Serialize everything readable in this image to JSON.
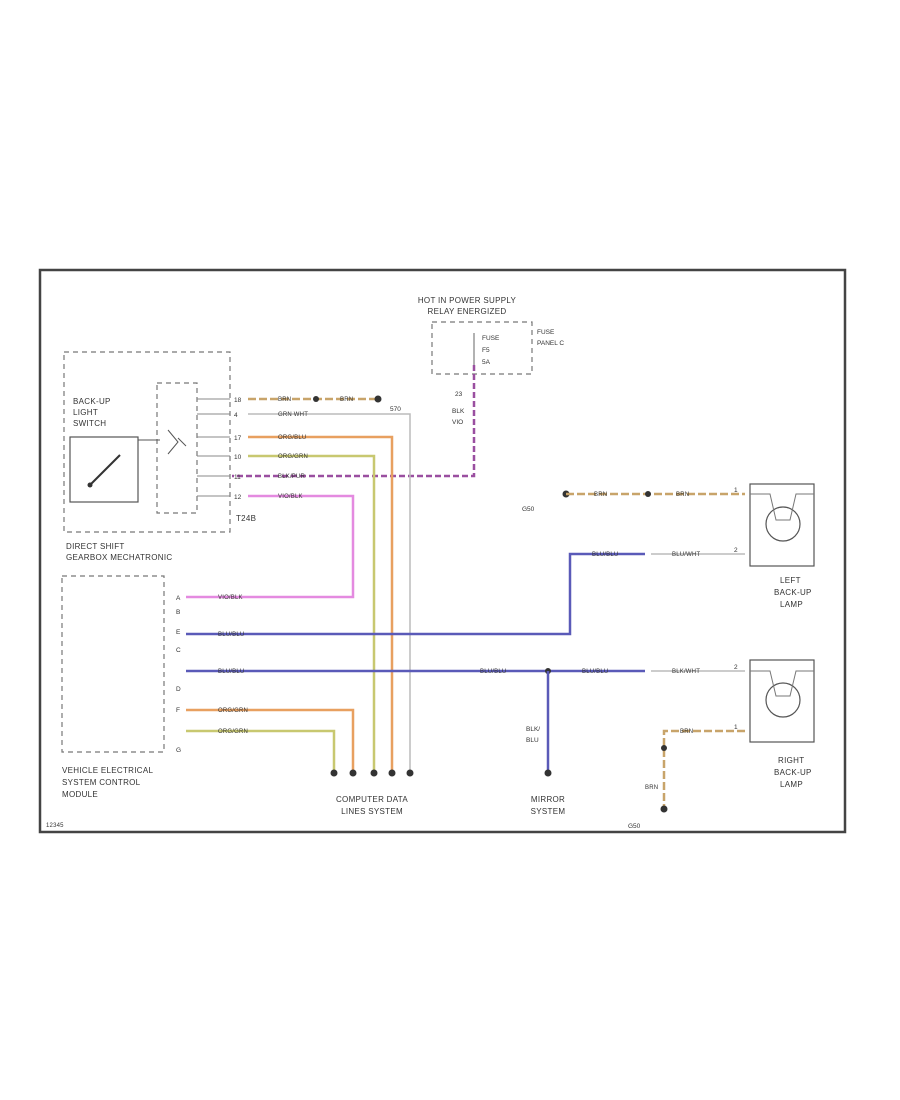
{
  "labels": {
    "hot_line1": "HOT IN POWER SUPPLY",
    "hot_line2": "RELAY ENERGIZED",
    "fuse_line1": "FUSE",
    "fuse_line2": "F5",
    "fuse_line3": "5A",
    "fuse_panel1": "FUSE",
    "fuse_panel2": "PANEL C",
    "switch_line1": "BACK-UP",
    "switch_line2": "LIGHT",
    "switch_line3": "SWITCH",
    "conn_t24b": "T24B",
    "dsg_line1": "DIRECT SHIFT",
    "dsg_line2": "GEARBOX MECHATRONIC",
    "vesc_line1": "VEHICLE ELECTRICAL",
    "vesc_line2": "SYSTEM CONTROL",
    "vesc_line3": "MODULE",
    "cdl_line1": "COMPUTER DATA",
    "cdl_line2": "LINES SYSTEM",
    "mirror_line1": "MIRROR",
    "mirror_line2": "SYSTEM",
    "left_lamp1": "LEFT",
    "left_lamp2": "BACK-UP",
    "left_lamp3": "LAMP",
    "right_lamp1": "RIGHT",
    "right_lamp2": "BACK-UP",
    "right_lamp3": "LAMP",
    "g_top": "G50",
    "g_bottom": "G50",
    "footer_code": "12345",
    "wire_brn": "BRN",
    "wire_grn_wht": "GRN WHT",
    "wire_org_blu": "ORG/BLU",
    "wire_org_grn": "ORG/GRN",
    "wire_blk_pur": "BLK/PUR",
    "wire_vio_blk": "VIO/BLK",
    "wire_blu_blu": "BLU/BLU",
    "wire_blu_wht": "BLU/WHT",
    "wire_blk_wht": "BLK/WHT",
    "wire_blk": "BLK",
    "wire_vio": "VIO",
    "wire_blk_blu_1": "BLK/",
    "wire_blk_blu_2": "BLU",
    "wire_brn_r": "BRN",
    "wire_brn_v": "BRN",
    "ref_570": "570",
    "ref_23": "23",
    "pin_a": "A",
    "pin_b": "B",
    "pin_c": "C",
    "pin_d": "D",
    "pin_e": "E",
    "pin_f": "F",
    "pin_g": "G",
    "pin_1": "1",
    "pin_2": "2",
    "dsg_pins": [
      "18",
      "4",
      "17",
      "10",
      "11",
      "12"
    ]
  },
  "colors": {
    "frame": "#444444",
    "brown_tan": "#c8a46a",
    "dark_brown": "#6b4a2a",
    "orange": "#e8a060",
    "yellow_green": "#c8c870",
    "purple": "#9a4fa0",
    "pink": "#e48ae0",
    "blue": "#5a5ab8",
    "gray": "#bbbbbb"
  }
}
